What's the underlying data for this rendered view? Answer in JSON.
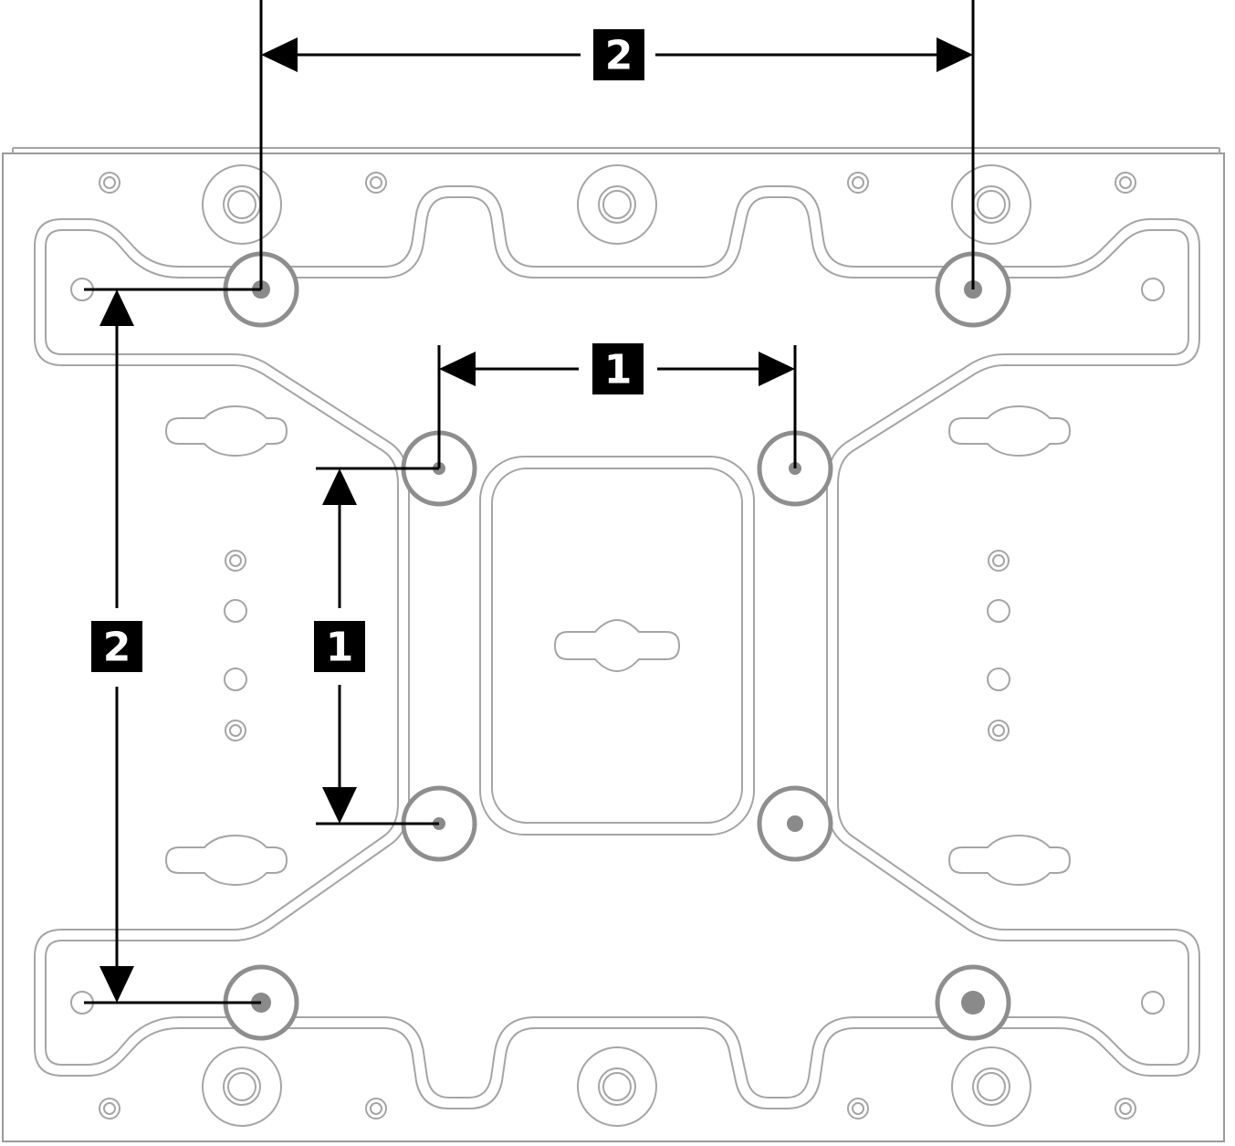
{
  "callouts": {
    "inner_horizontal": "1",
    "inner_vertical": "1",
    "outer_horizontal": "2",
    "outer_vertical": "2"
  },
  "colors": {
    "plate_outline": "#9a9a9a",
    "mount_ring": "#8e8e8e",
    "dimension_line": "#000000",
    "badge_fill": "#000000",
    "badge_text": "#ffffff"
  }
}
